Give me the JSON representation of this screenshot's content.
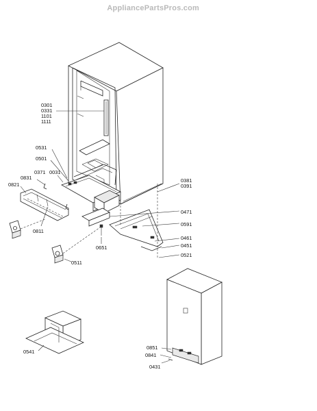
{
  "watermark": "AppliancePartsPros.com",
  "labels": {
    "l0301": "0301",
    "l0331": "0331",
    "l1101": "1101",
    "l1111": "1111",
    "l0531": "0531",
    "l0501": "0501",
    "l0371": "0371",
    "l0031": "0031",
    "l0831": "0831",
    "l0821": "0821",
    "l0811": "0811",
    "l0381": "0381",
    "l0391": "0391",
    "l0471": "0471",
    "l0591": "0591",
    "l0651": "0651",
    "l0461": "0461",
    "l0451": "0451",
    "l0521": "0521",
    "l0511": "0511",
    "l0851": "0851",
    "l0841": "0841",
    "l0431": "0431",
    "l0541": "0541"
  }
}
